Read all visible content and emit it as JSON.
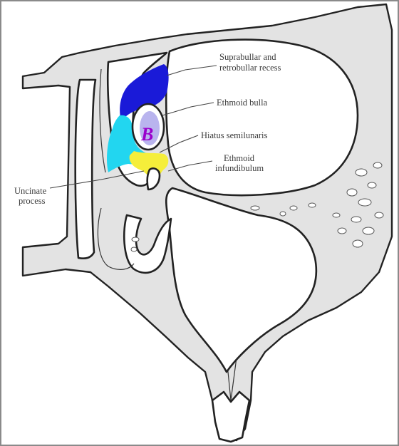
{
  "figure": {
    "labels": {
      "suprabullar": [
        "Suprabullar and",
        "retrobullar recess"
      ],
      "ethmoid_bulla": "Ethmoid bulla",
      "hiatus": "Hiatus semilunaris",
      "infundibulum": [
        "Ethmoid",
        "infundibulum"
      ],
      "uncinate": [
        "Uncinate",
        "process"
      ],
      "bulla_marker": "B"
    },
    "region_colors": {
      "suprabullar_recess": "#1a1ad8",
      "ethmoid_bulla": "#b9b4ee",
      "bulla_marker": "#9a00cc",
      "hiatus_semilunaris": "#22d6f0",
      "ethmoid_infundibulum": "#f5ee3a"
    }
  }
}
